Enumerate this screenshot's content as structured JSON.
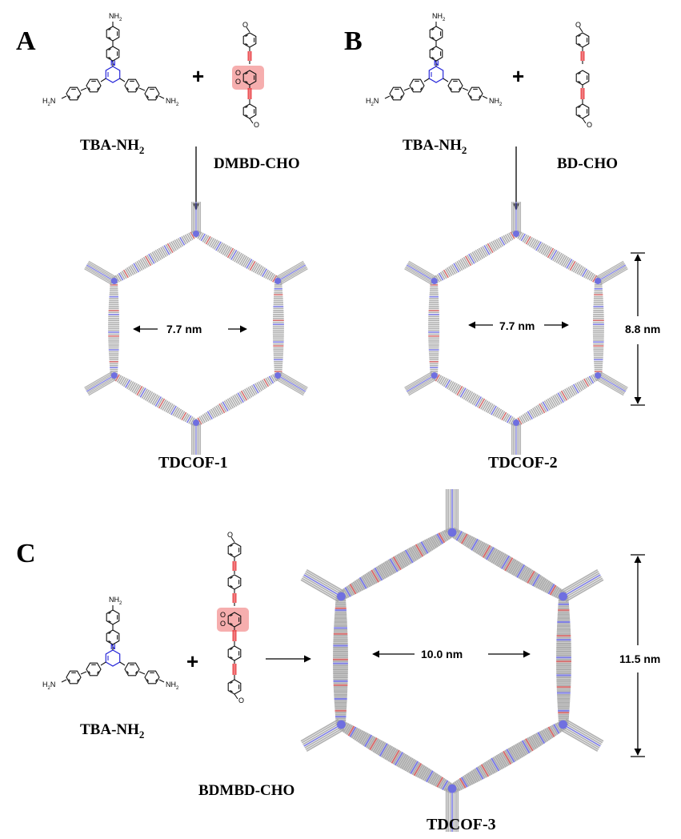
{
  "panels": {
    "a": {
      "letter": "A",
      "monomer1": "TBA-NH",
      "monomer1_sub": "2",
      "monomer2": "DMBD-CHO",
      "product": "TDCOF-1",
      "pore_width": "7.7 nm"
    },
    "b": {
      "letter": "B",
      "monomer1": "TBA-NH",
      "monomer1_sub": "2",
      "monomer2": "BD-CHO",
      "product": "TDCOF-2",
      "pore_width": "7.7 nm",
      "pore_height": "8.8 nm"
    },
    "c": {
      "letter": "C",
      "monomer1": "TBA-NH",
      "monomer1_sub": "2",
      "monomer2": "BDMBD-CHO",
      "product": "TDCOF-3",
      "pore_width": "10.0 nm",
      "pore_height": "11.5 nm"
    }
  },
  "plus_sign": "+",
  "atoms": {
    "amine": "NH",
    "amine_sub": "2",
    "amine_left": "H",
    "amine_left_sub": "2",
    "amine_left_n": "N",
    "triazine_n": "N",
    "aldehyde_o": "O",
    "methoxy_o": "O"
  },
  "colors": {
    "triple_bond": "#e8353a",
    "methoxy_highlight": "#f4a0a0",
    "triazine_nitrogen": "#2626d9",
    "framework_gray": "#a6a6a6",
    "framework_blue": "#6f6fe0",
    "framework_red": "#d06060"
  }
}
